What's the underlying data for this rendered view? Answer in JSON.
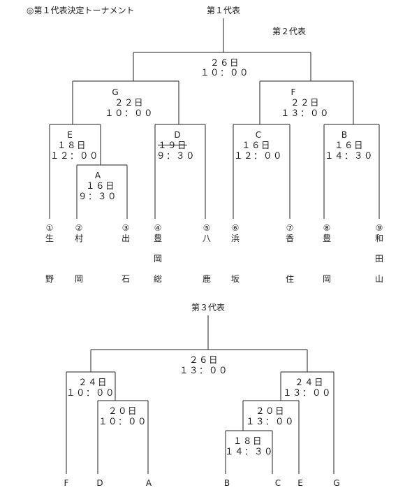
{
  "page_title": "◎第１代表決定トーナメント",
  "top": {
    "rep1_label": "第１代表",
    "rep2_label": "第２代表",
    "final": {
      "date": "２６日",
      "time": "１０：００"
    },
    "G": {
      "name": "G",
      "date": "２２日",
      "time": "１０：００"
    },
    "F": {
      "name": "F",
      "date": "２２日",
      "time": "１３：００"
    },
    "E": {
      "name": "E",
      "date": "１８日",
      "time": "１２：００"
    },
    "A": {
      "name": "A",
      "date": "１６日",
      "time": "９：３０"
    },
    "D": {
      "name": "D",
      "date_struck": "１９日",
      "time": "９：３０"
    },
    "C": {
      "name": "C",
      "date": "１６日",
      "time": "１２：００"
    },
    "B": {
      "name": "B",
      "date": "１６日",
      "time": "１４：３０"
    }
  },
  "teams": [
    {
      "num": "①",
      "row1": "生",
      "row2": "",
      "row3": "野"
    },
    {
      "num": "②",
      "row1": "村",
      "row2": "",
      "row3": "岡"
    },
    {
      "num": "③",
      "row1": "出",
      "row2": "",
      "row3": "石"
    },
    {
      "num": "④",
      "row1": "豊",
      "row2": "岡",
      "row3": "総"
    },
    {
      "num": "⑤",
      "row1": "八",
      "row2": "",
      "row3": "鹿"
    },
    {
      "num": "⑥",
      "row1": "浜",
      "row2": "",
      "row3": "坂"
    },
    {
      "num": "⑦",
      "row1": "香",
      "row2": "",
      "row3": "住"
    },
    {
      "num": "⑧",
      "row1": "豊",
      "row2": "",
      "row3": "岡"
    },
    {
      "num": "⑨",
      "row1": "和",
      "row2": "田",
      "row3": "山"
    }
  ],
  "bottom": {
    "rep3_label": "第３代表",
    "final": {
      "date": "２６日",
      "time": "１３：００"
    },
    "left_semi": {
      "date": "２４日",
      "time": "１０：００"
    },
    "left_qf": {
      "date": "２０日",
      "time": "１０：００"
    },
    "right_semi": {
      "date": "２４日",
      "time": "１３：００"
    },
    "right_qf": {
      "date": "２０日",
      "time": "１３：００"
    },
    "right_r1": {
      "date": "１８日",
      "time": "１４：３０"
    },
    "entrants": [
      "F",
      "D",
      "A",
      "B",
      "C",
      "E",
      "G"
    ]
  }
}
